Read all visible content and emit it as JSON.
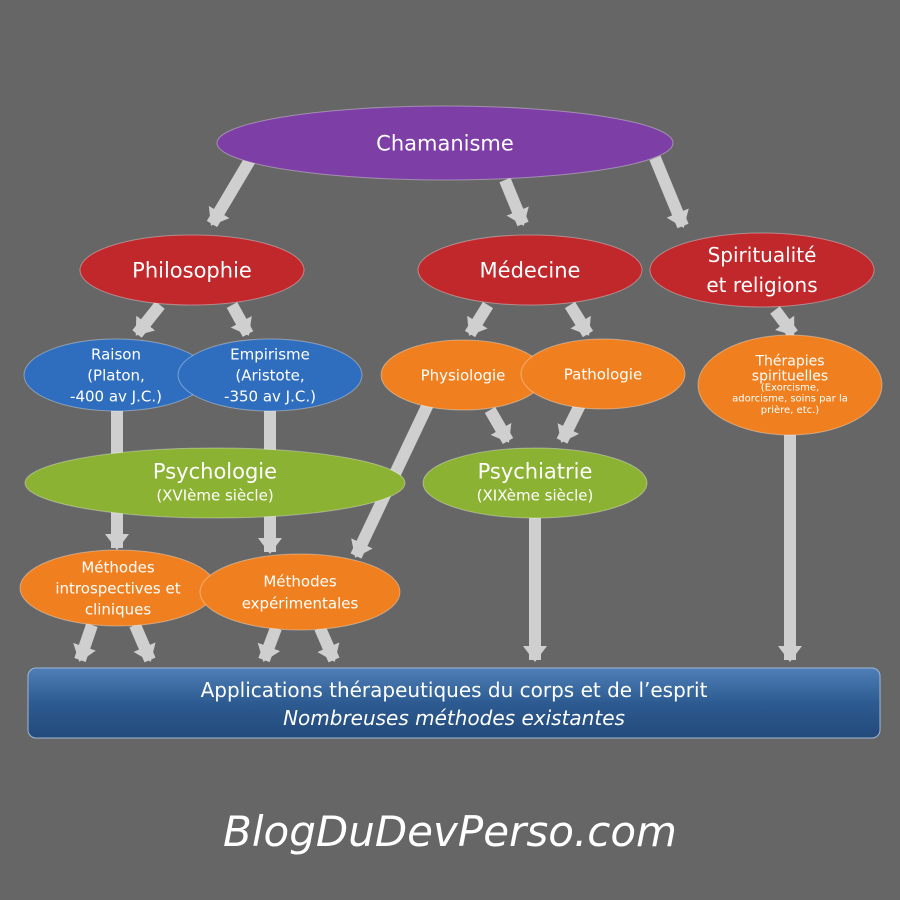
{
  "colors": {
    "background": "#666666",
    "purple": "#7d3fa6",
    "red": "#c0282b",
    "blue": "#2f6ebf",
    "orange": "#f0801f",
    "green": "#8bb233",
    "box": "#2d5b91",
    "arrow": "#cfcfcf"
  },
  "nodes": {
    "chamanisme": [
      "Chamanisme"
    ],
    "philosophie": [
      "Philosophie"
    ],
    "medecine": [
      "Médecine"
    ],
    "spiritualite": [
      "Spiritualité",
      "et religions"
    ],
    "raison": [
      "Raison",
      "(Platon,",
      "-400 av J.C.)"
    ],
    "empirisme": [
      "Empirisme",
      "(Aristote,",
      "-350 av J.C.)"
    ],
    "physiologie": [
      "Physiologie"
    ],
    "pathologie": [
      "Pathologie"
    ],
    "therapies": [
      "Thérapies",
      "spirituelles",
      "(Exorcisme,",
      "adorcisme, soins par la",
      "prière, etc.)"
    ],
    "psychologie": [
      "Psychologie",
      "(XVIème siècle)"
    ],
    "psychiatrie": [
      "Psychiatrie",
      "(XIXème siècle)"
    ],
    "methodes_intro": [
      "Méthodes",
      "introspectives et",
      "cliniques"
    ],
    "methodes_exp": [
      "Méthodes",
      "expérimentales"
    ]
  },
  "applications": {
    "title": "Applications thérapeutiques du corps et de l’esprit",
    "subtitle": "Nombreuses méthodes existantes"
  },
  "footer": "BlogDuDevPerso.com"
}
